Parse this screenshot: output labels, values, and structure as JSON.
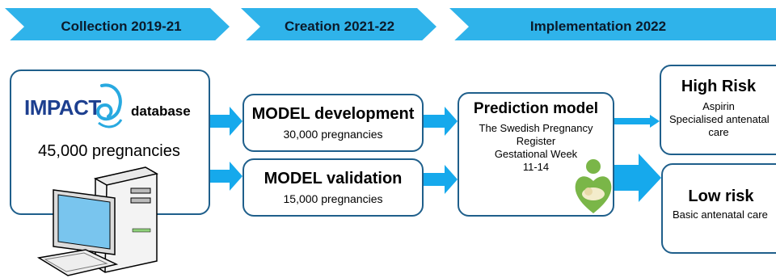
{
  "phases": [
    {
      "label": "Collection 2019-21"
    },
    {
      "label": "Creation 2021-22"
    },
    {
      "label": "Implementation 2022"
    }
  ],
  "database": {
    "logo_text": "IMPACT",
    "label": "database",
    "count": "45,000 pregnancies"
  },
  "development": {
    "title": "MODEL development",
    "count": "30,000 pregnancies"
  },
  "validation": {
    "title": "MODEL validation",
    "count": "15,000 pregnancies"
  },
  "prediction": {
    "title": "Prediction model",
    "lines": [
      "The Swedish Pregnancy",
      "Register",
      "Gestational Week",
      "11-14"
    ]
  },
  "high_risk": {
    "title": "High Risk",
    "lines": [
      "Aspirin",
      "Specialised antenatal",
      "care"
    ]
  },
  "low_risk": {
    "title": "Low risk",
    "lines": [
      "Basic antenatal care"
    ]
  },
  "colors": {
    "chevron": "#2fb3ea",
    "arrow": "#16a9ec",
    "border": "#1f5f8b",
    "heart": "#7ab648"
  },
  "icons": [
    "computer-icon",
    "heart-pregnancy-icon",
    "impact-logo-icon"
  ]
}
